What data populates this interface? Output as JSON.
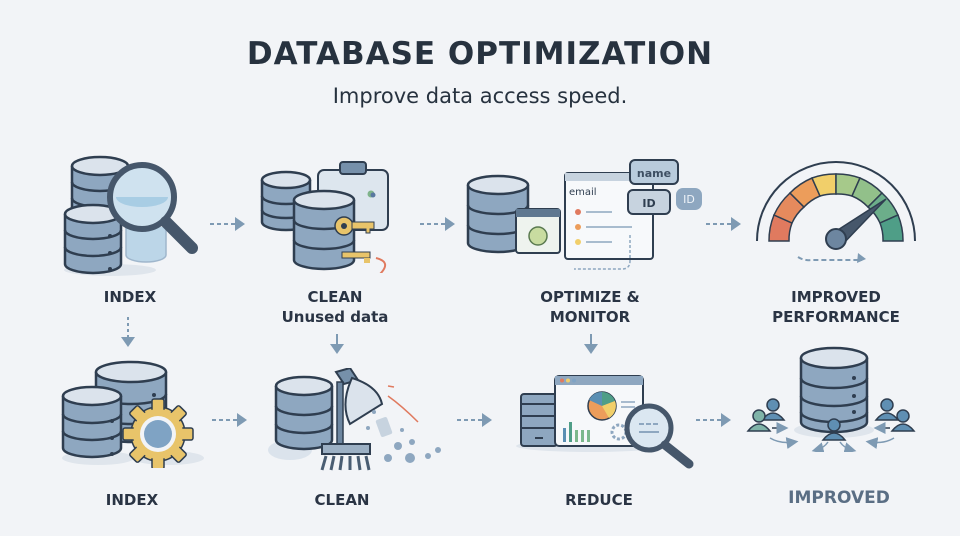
{
  "header": {
    "title": "DATABASE OPTIMIZATION",
    "subtitle": "Improve data access speed."
  },
  "top_row": [
    {
      "label_line1": "INDEX",
      "label_line2": "",
      "icon": "database-magnifier-icon"
    },
    {
      "label_line1": "CLEAN",
      "label_line2": "Unused data",
      "icon": "database-keys-icon"
    },
    {
      "label_line1": "OPTIMIZE &",
      "label_line2": "MONITOR",
      "icon": "database-schema-icon",
      "schema": {
        "field_email": "email",
        "tag_name": "name",
        "tag_id": "ID",
        "tag_id_badge": "ID"
      }
    },
    {
      "label_line1": "IMPROVED",
      "label_line2": "PERFORMANCE",
      "icon": "speedometer-gauge-icon"
    }
  ],
  "bottom_row": [
    {
      "label": "INDEX",
      "icon": "database-gear-icon"
    },
    {
      "label": "CLEAN",
      "icon": "database-broom-icon"
    },
    {
      "label": "REDUCE",
      "icon": "dashboard-analytics-icon"
    },
    {
      "label": "IMPROVED",
      "icon": "database-users-icon"
    }
  ],
  "colors": {
    "background": "#f2f4f7",
    "db_fill": "#8ea7c0",
    "db_stroke": "#2f3e50",
    "arrow": "#7e9ab3",
    "key": "#e8c46a",
    "accent_red": "#e07a5f",
    "gauge": [
      "#e07a5f",
      "#ec9d5b",
      "#f1cf6a",
      "#a6c98a",
      "#7cb88c",
      "#4f9e87"
    ]
  }
}
